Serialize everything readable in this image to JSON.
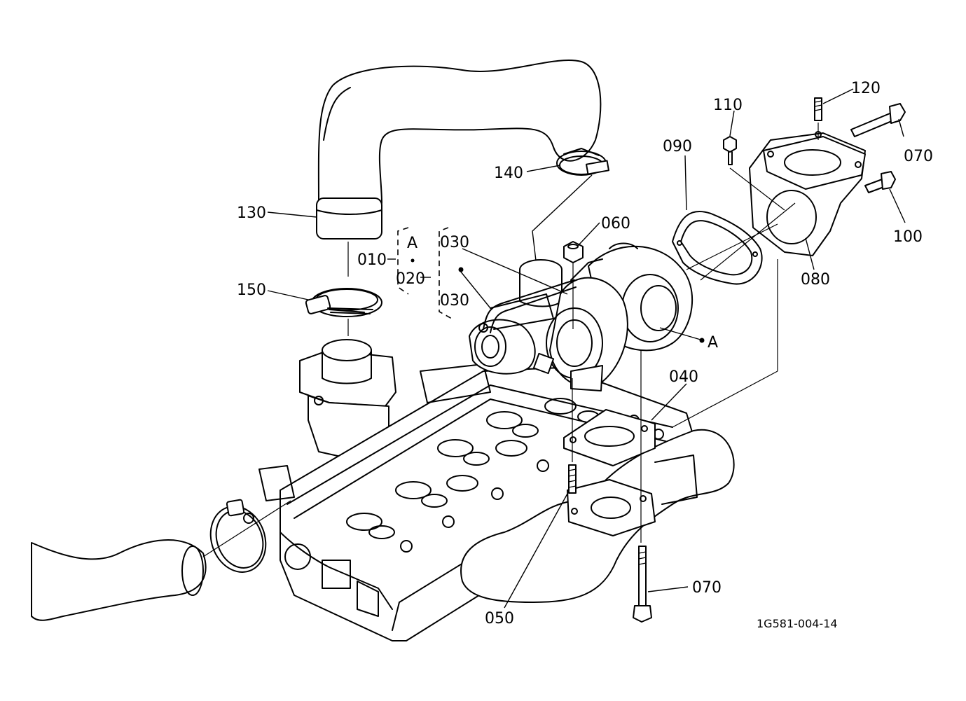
{
  "callouts": {
    "c010": "010",
    "c020": "020",
    "c030a": "030",
    "c030b": "030",
    "c040": "040",
    "c050": "050",
    "c060": "060",
    "c070a": "070",
    "c070b": "070",
    "c080": "080",
    "c090": "090",
    "c100": "100",
    "c110": "110",
    "c120": "120",
    "c130": "130",
    "c140": "140",
    "c150": "150"
  },
  "group_marker": "A",
  "group_marker_ref": "A",
  "drawing_ref": "1G581-004-14"
}
